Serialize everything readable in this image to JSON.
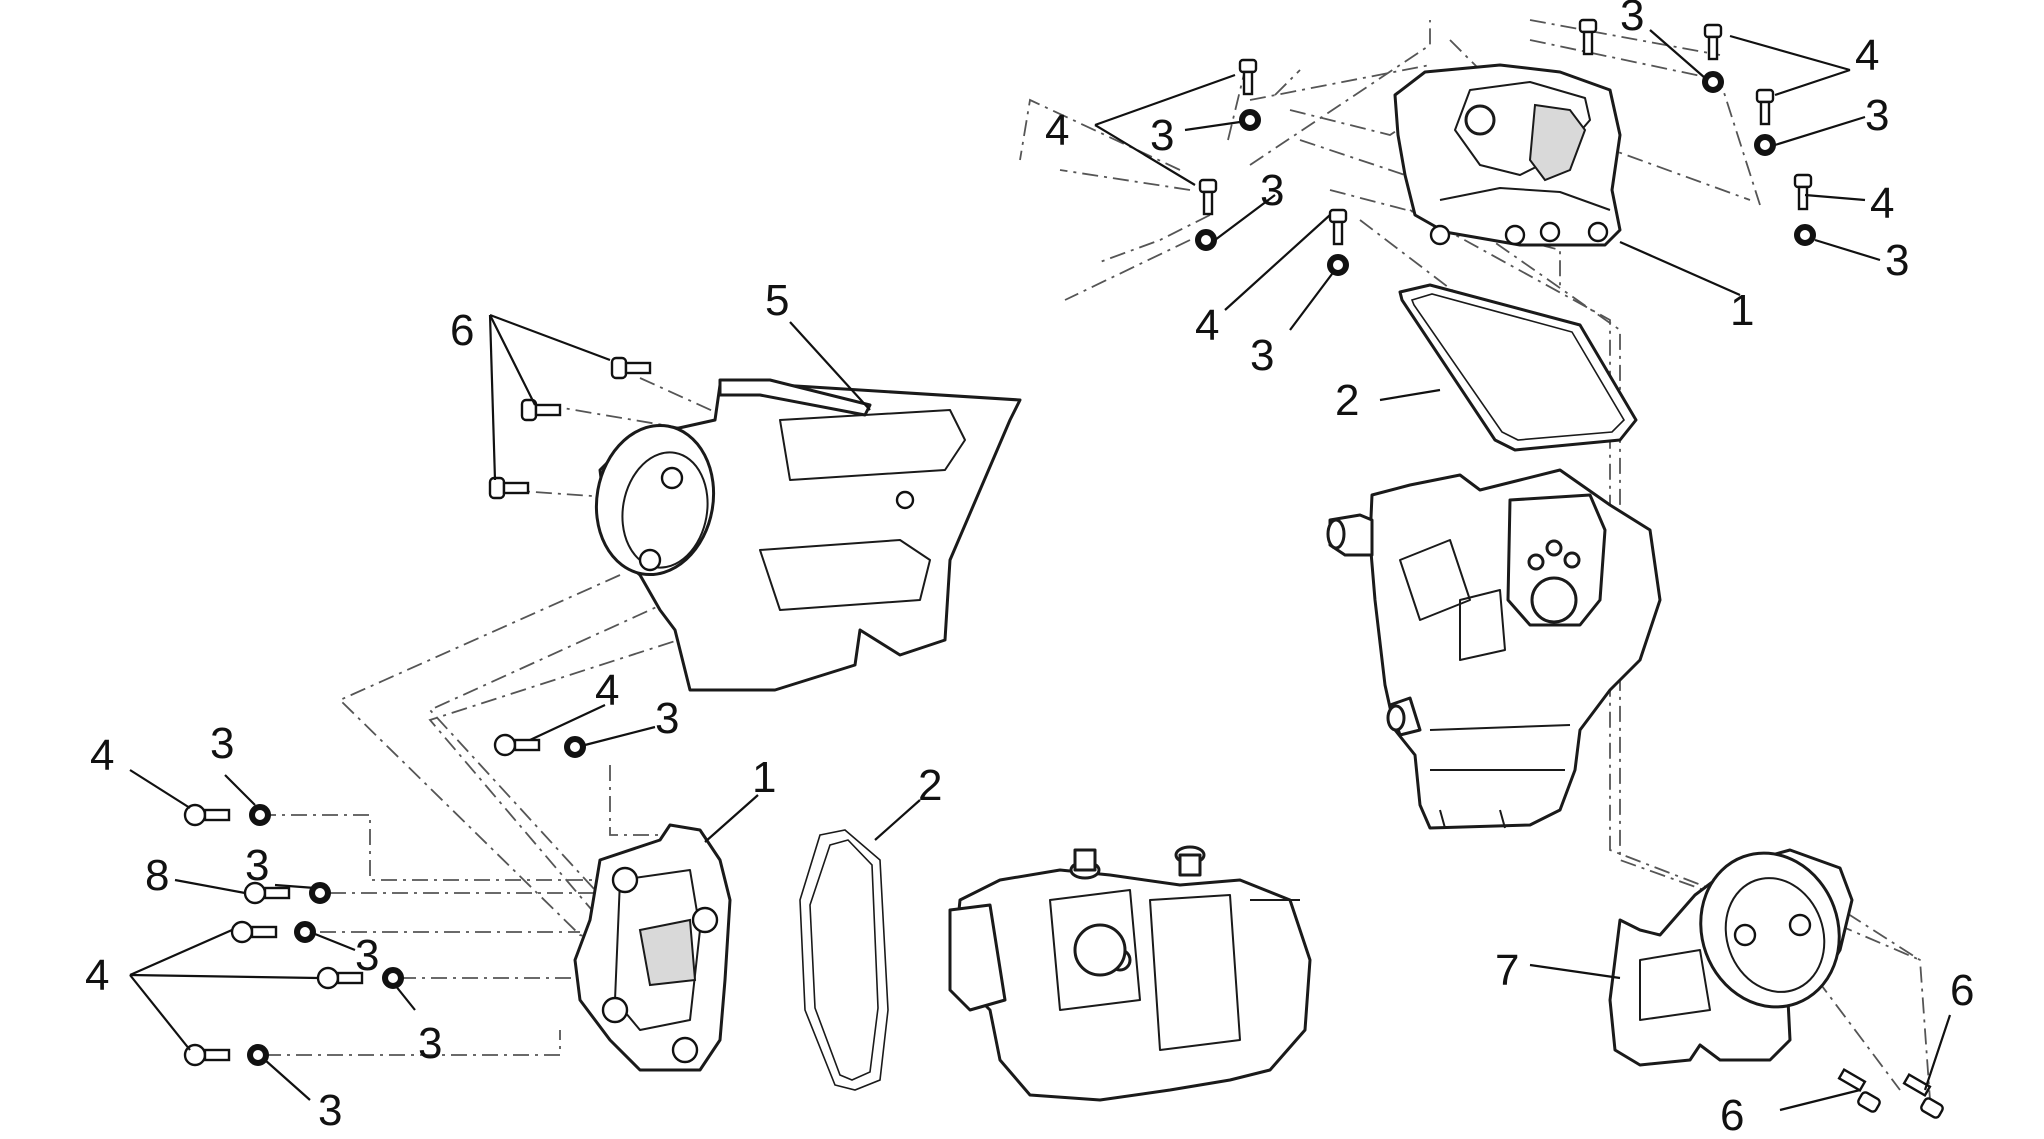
{
  "colors": {
    "line": "#1a1a1a",
    "background": "#ffffff",
    "shade": "#d9d9d9"
  },
  "callouts": {
    "tr_4_a": "4",
    "tr_3_a": "3",
    "tr_3_b": "3",
    "tr_4_b": "4",
    "tr_3_c": "3",
    "tr_3_top": "3",
    "tr_4_top": "4",
    "tr_3_r1": "3",
    "tr_4_r": "4",
    "tr_3_r2": "3",
    "tr_1": "1",
    "tr_2": "2",
    "ml_6": "6",
    "ml_5": "5",
    "bl_4_mid": "4",
    "bl_3_mid": "3",
    "bl_4_top": "4",
    "bl_3_top": "3",
    "bl_8": "8",
    "bl_3_2": "3",
    "bl_3_3": "3",
    "bl_4_group": "4",
    "bl_3_4": "3",
    "bl_3_5": "3",
    "bl_1": "1",
    "bl_2": "2",
    "br_7": "7",
    "br_6_a": "6",
    "br_6_b": "6"
  }
}
